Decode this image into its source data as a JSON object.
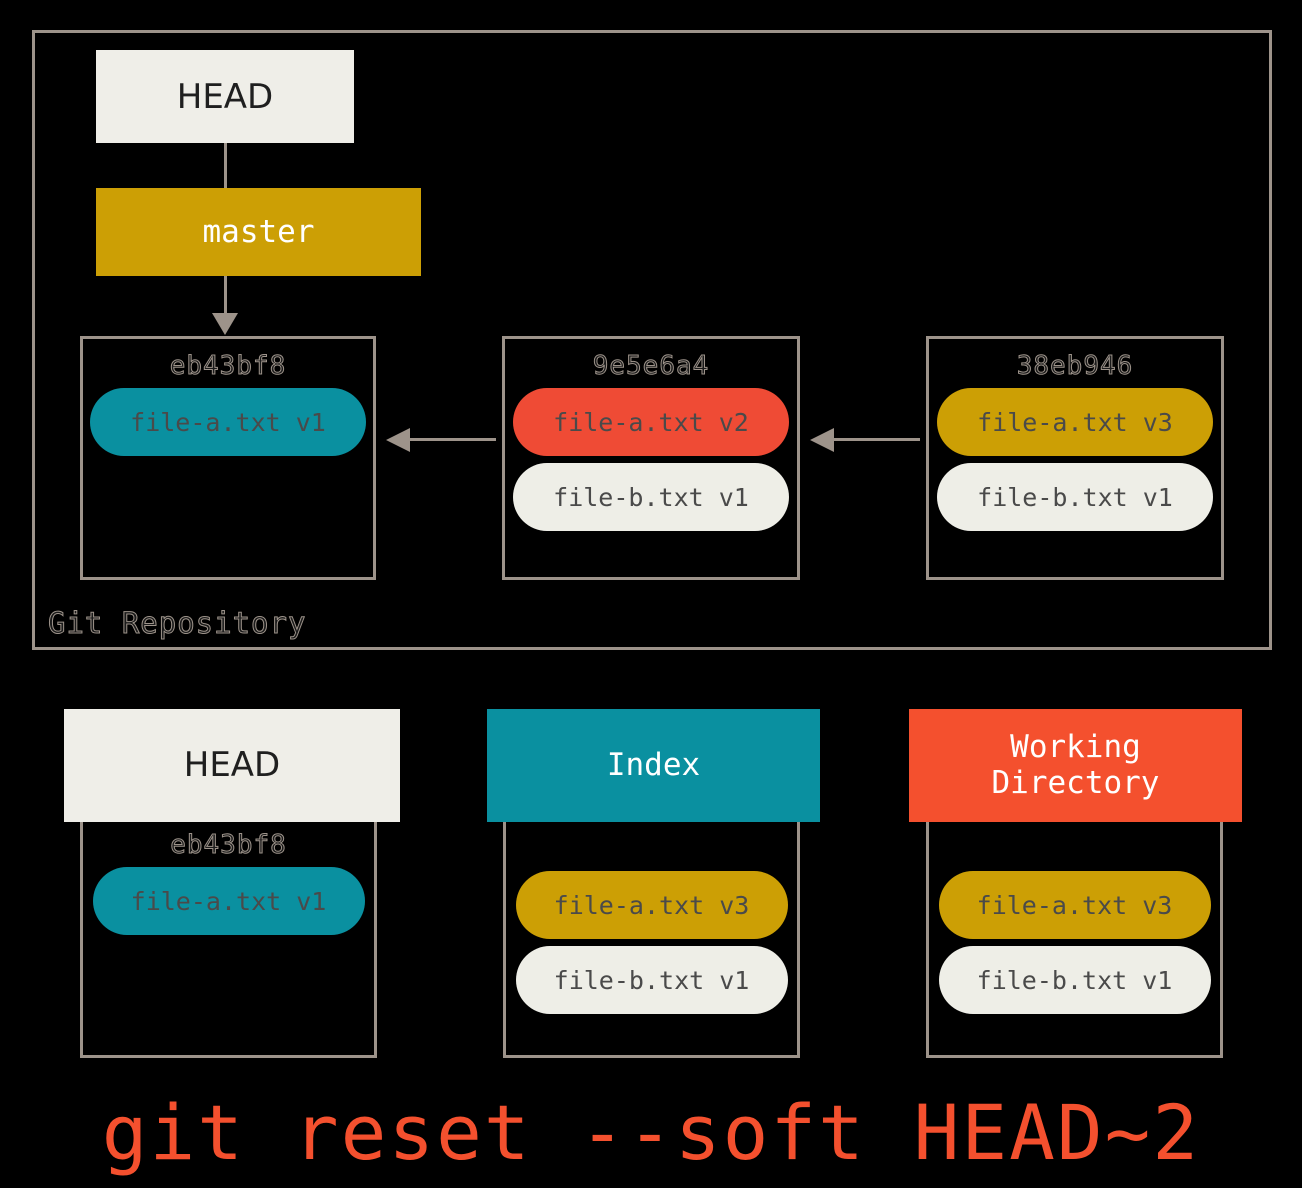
{
  "repository": {
    "label": "Git Repository",
    "head_pointer": {
      "label": "HEAD"
    },
    "branch": {
      "label": "master"
    },
    "commits": [
      {
        "sha": "eb43bf8",
        "files": [
          {
            "name": "file-a.txt v1",
            "color": "teal"
          }
        ]
      },
      {
        "sha": "9e5e6a4",
        "files": [
          {
            "name": "file-a.txt v2",
            "color": "red"
          },
          {
            "name": "file-b.txt v1",
            "color": "cream"
          }
        ]
      },
      {
        "sha": "38eb946",
        "files": [
          {
            "name": "file-a.txt v3",
            "color": "gold"
          },
          {
            "name": "file-b.txt v1",
            "color": "cream"
          }
        ]
      }
    ]
  },
  "states": {
    "head": {
      "title": "HEAD",
      "sha": "eb43bf8",
      "files": [
        {
          "name": "file-a.txt v1",
          "color": "teal"
        }
      ]
    },
    "index": {
      "title": "Index",
      "files": [
        {
          "name": "file-a.txt v3",
          "color": "gold"
        },
        {
          "name": "file-b.txt v1",
          "color": "cream"
        }
      ]
    },
    "working_directory": {
      "title_line1": "Working",
      "title_line2": "Directory",
      "files": [
        {
          "name": "file-a.txt v3",
          "color": "gold"
        },
        {
          "name": "file-b.txt v1",
          "color": "cream"
        }
      ]
    }
  },
  "command": "git reset --soft HEAD~2",
  "colors": {
    "background": "#000000",
    "border": "#9d938a",
    "teal": "#0a90a0",
    "red": "#f4502e",
    "pill_red": "#ef4b35",
    "gold": "#cc9f05",
    "cream": "#efeee8",
    "pill_cream": "#eeeee7",
    "pill_text": "#4a4a4a"
  }
}
